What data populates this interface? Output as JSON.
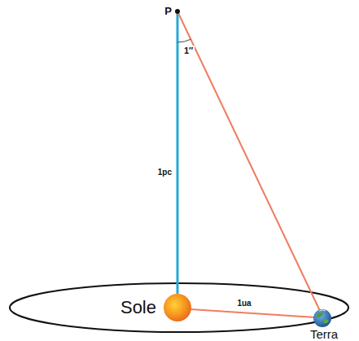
{
  "diagram": {
    "labels": [
      "P",
      "1″",
      "1pc",
      "Sole",
      "1ua",
      "Terra"
    ]
  }
}
